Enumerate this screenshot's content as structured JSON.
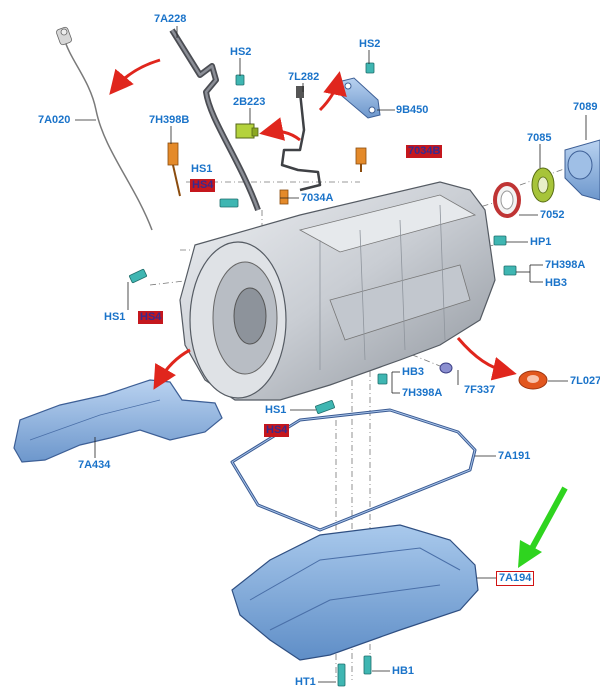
{
  "labels": {
    "7A228": "7A228",
    "HS2_a": "HS2",
    "HS2_b": "HS2",
    "7L282": "7L282",
    "7A020": "7A020",
    "7H398B": "7H398B",
    "2B223": "2B223",
    "9B450": "9B450",
    "7089": "7089",
    "7085": "7085",
    "HS1_a": "HS1",
    "7034A": "7034A",
    "7052": "7052",
    "HP1": "HP1",
    "7H398A_a": "7H398A",
    "HB3_a": "HB3",
    "HS1_b": "HS1",
    "HB3_b": "HB3",
    "7H398A_b": "7H398A",
    "7F337": "7F337",
    "7L027": "7L027",
    "HS1_c": "HS1",
    "7A434": "7A434",
    "7A191": "7A191",
    "7A194": "7A194",
    "HT1": "HT1",
    "HB1": "HB1"
  },
  "redacted": {
    "r1": "HS4",
    "r2": "7034B",
    "r3": "HS4",
    "r4": "HS4"
  },
  "colors": {
    "label": "#1a73c9",
    "highlight_box": "#d11414",
    "redaction_fill": "#c5171d",
    "arrow_red": "#e0261d",
    "arrow_green": "#2fd41f",
    "part_blue": "#8fb4e0",
    "housing_grey": "#cfd3d8"
  }
}
